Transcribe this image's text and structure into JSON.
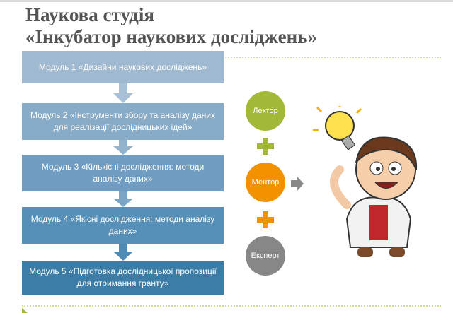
{
  "title": {
    "line1": "Наукова студія",
    "line2": "«Інкубатор наукових досліджень»"
  },
  "modules": [
    {
      "label": "Модуль 1 «Дизайни наукових досліджень»",
      "color": "#9fb9d0"
    },
    {
      "label": "Модуль 2 «Інструменти збору та аналізу даних для реалізації дослідницьких ідей»",
      "color": "#88abc8"
    },
    {
      "label": "Модуль 3 «Кількісні дослідження: методи аналізу даних»",
      "color": "#6f9cc0"
    },
    {
      "label": "Модуль 4 «Якісні дослідження: методи аналізу даних»",
      "color": "#5690b8"
    },
    {
      "label": "Модуль 5 «Підготовка дослідницької пропозиції для отримання гранту»",
      "color": "#3b7da6"
    }
  ],
  "roles": [
    {
      "label": "Лектор",
      "color": "#a2b837"
    },
    {
      "label": "Ментор",
      "color": "#f39200"
    },
    {
      "label": "Експерт",
      "color": "#878787"
    }
  ]
}
